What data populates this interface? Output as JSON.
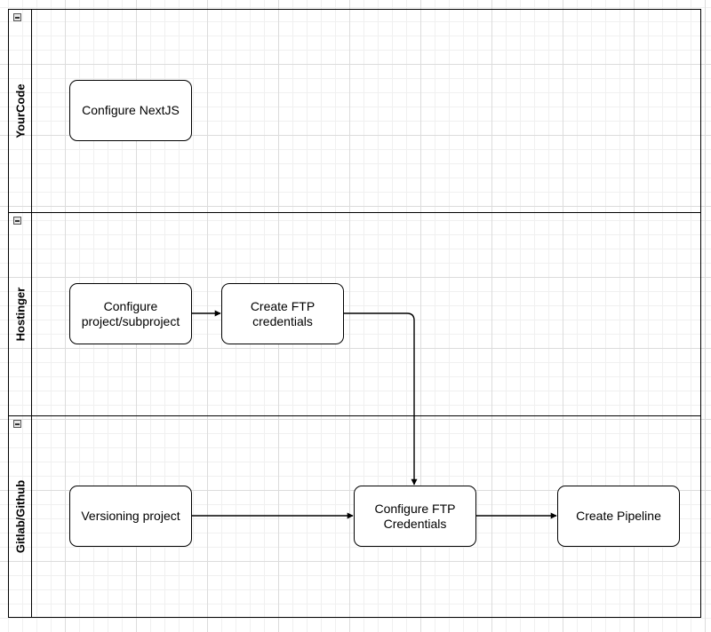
{
  "lanes": [
    {
      "id": "yourcode",
      "title": "YourCode"
    },
    {
      "id": "hostinger",
      "title": "Hostinger"
    },
    {
      "id": "gitlab",
      "title": "Gitlab/Github"
    }
  ],
  "nodes": {
    "configure_nextjs": {
      "label": "Configure NextJS"
    },
    "configure_project": {
      "label_line1": "Configure",
      "label_line2": "project/subproject"
    },
    "create_ftp": {
      "label_line1": "Create FTP",
      "label_line2": "credentials"
    },
    "versioning_project": {
      "label": "Versioning project"
    },
    "configure_ftp": {
      "label_line1": "Configure FTP",
      "label_line2": "Credentials"
    },
    "create_pipeline": {
      "label": "Create Pipeline"
    }
  },
  "edges": [
    {
      "from": "Configure project/subproject",
      "to": "Create FTP credentials"
    },
    {
      "from": "Create FTP credentials",
      "to": "Configure FTP Credentials"
    },
    {
      "from": "Versioning project",
      "to": "Configure FTP Credentials"
    },
    {
      "from": "Configure FTP Credentials",
      "to": "Create Pipeline"
    }
  ]
}
